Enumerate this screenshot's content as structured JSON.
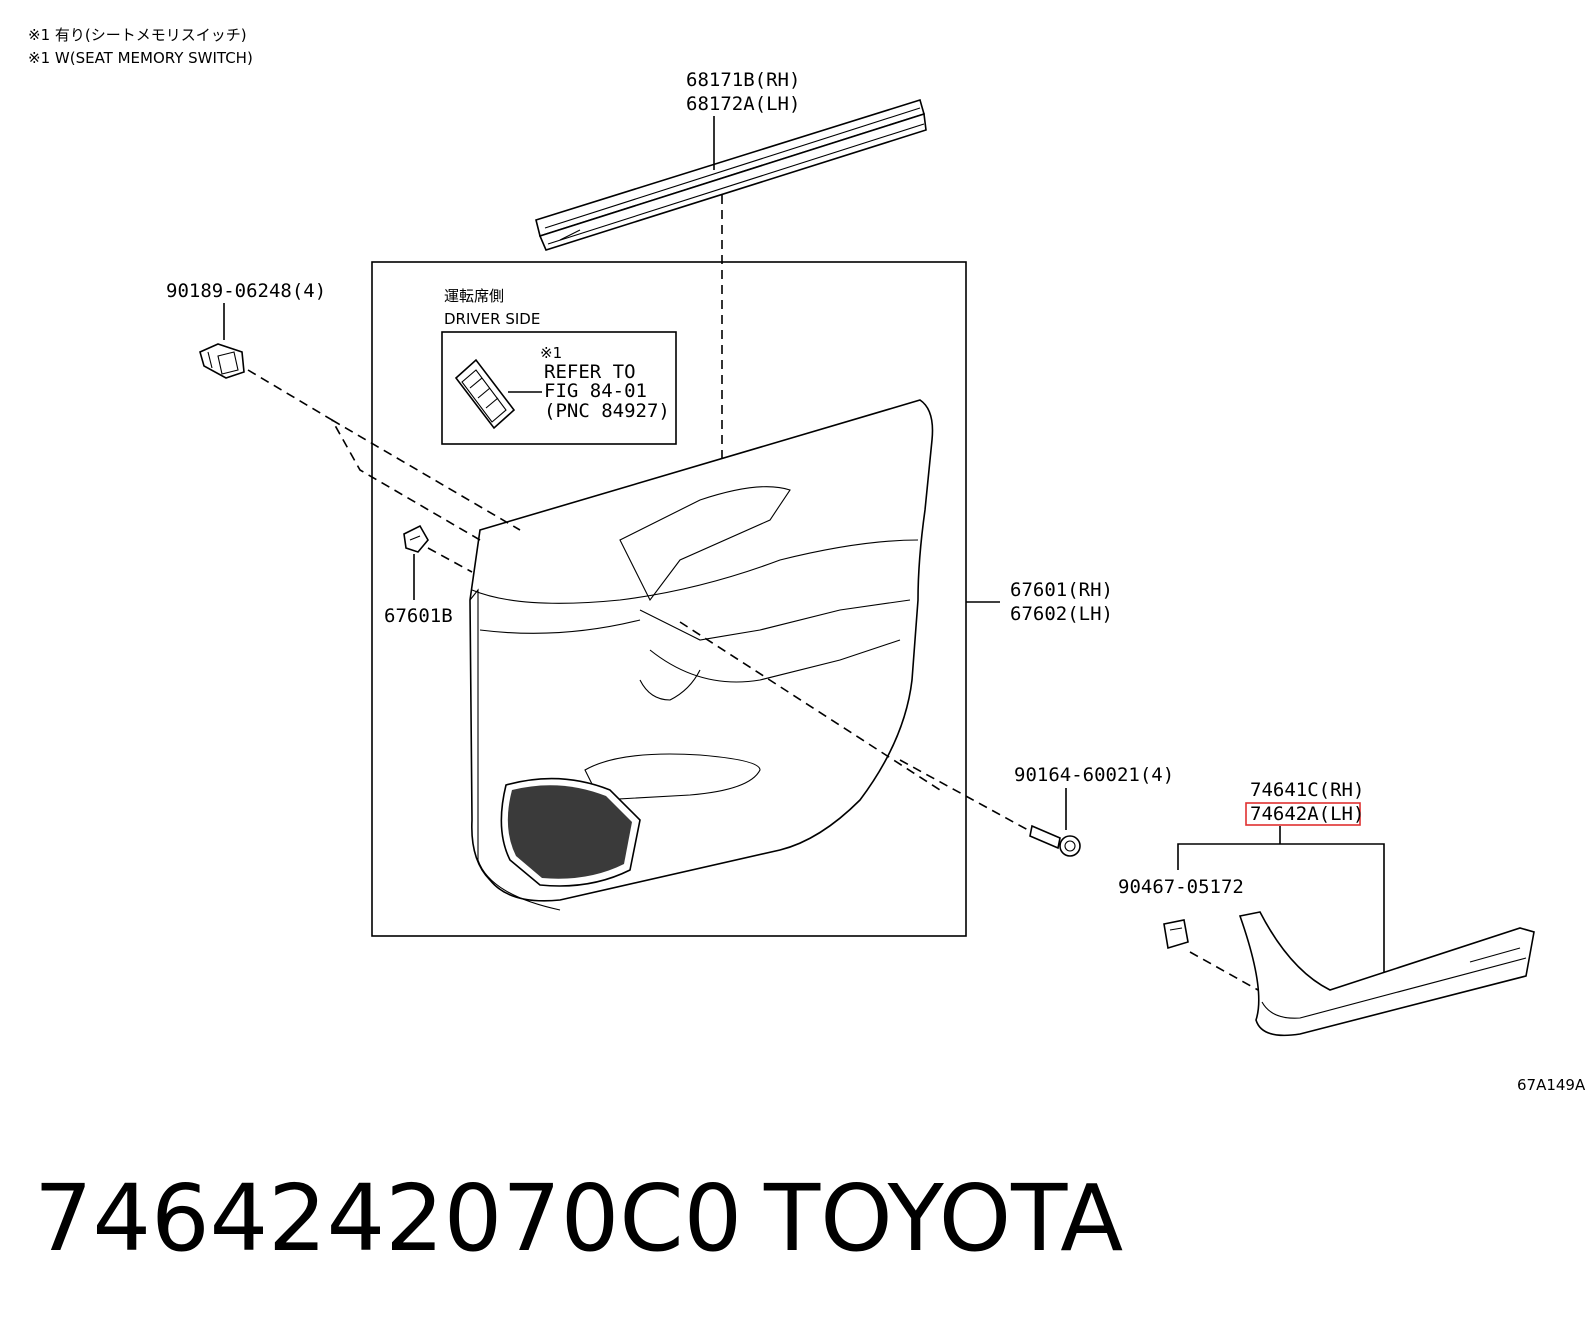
{
  "notes": {
    "note_jp": "※1 有り(シートメモリスイッチ)",
    "note_en": "※1 W(SEAT MEMORY SWITCH)"
  },
  "parts": {
    "weatherstrip_rh": "68171B(RH)",
    "weatherstrip_lh": "68172A(LH)",
    "clip_top_left": "90189-06248(4)",
    "clip_b": "67601B",
    "panel_rh": "67601(RH)",
    "panel_lh": "67602(LH)",
    "screw": "90164-60021(4)",
    "armrest_rh": "74641C(RH)",
    "armrest_lh": "74642A(LH)",
    "clip_small": "90467-05172"
  },
  "inset": {
    "title_jp": "運転席側",
    "title_en": "DRIVER SIDE",
    "ref_mark": "※1",
    "ref_line1": "REFER TO",
    "ref_line2": "FIG 84-01",
    "ref_line3": "(PNC 84927)"
  },
  "diagram_code": "67A149A",
  "footer": {
    "part_number": "7464242070C0",
    "brand": "TOYOTA"
  },
  "colors": {
    "highlight": "#e03030"
  }
}
